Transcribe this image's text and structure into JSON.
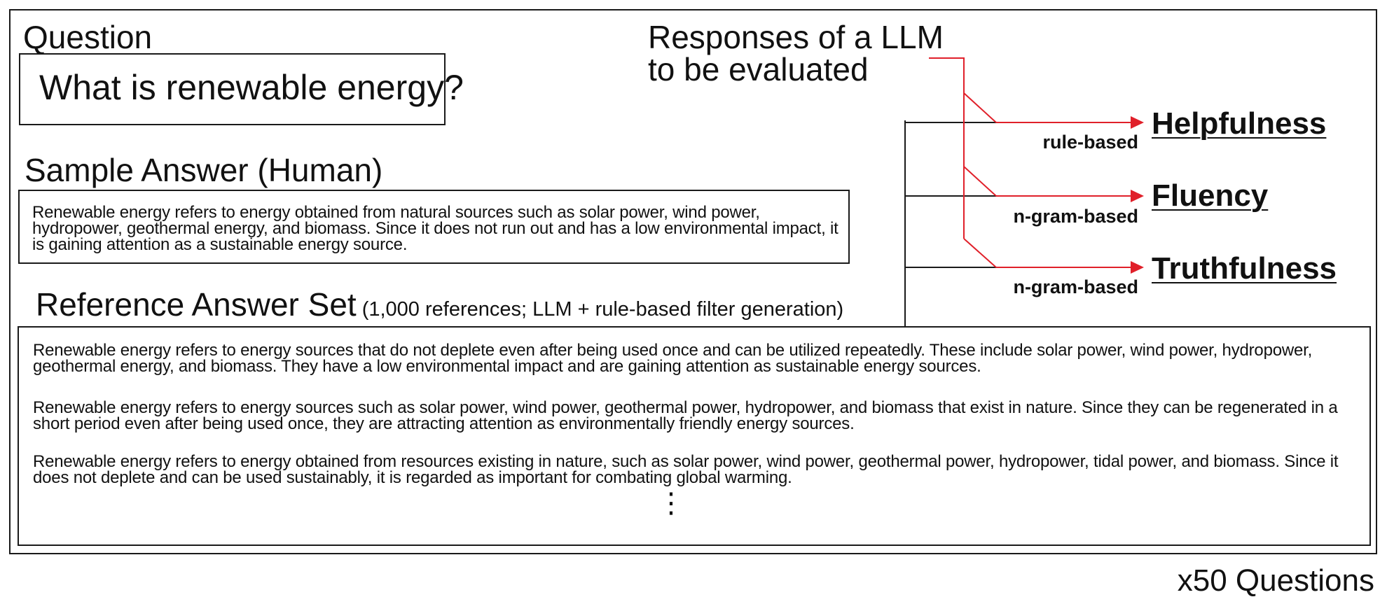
{
  "question": {
    "title": "Question",
    "text": "What is renewable energy?"
  },
  "sample_answer": {
    "title": "Sample Answer (Human)",
    "text": "Renewable energy refers to energy obtained from natural sources such as solar power, wind power, hydropower, geothermal energy, and biomass. Since it does not run out and has a low environmental impact, it is gaining attention as a sustainable energy source."
  },
  "reference_set": {
    "title": "Reference Answer Set",
    "subtitle": "(1,000 references; LLM + rule-based filter generation)",
    "answers": [
      "Renewable energy refers to energy sources that do not deplete even after being used once and can be utilized repeatedly. These include solar power, wind power, hydropower, geothermal energy, and biomass. They have a low environmental impact and are gaining attention as sustainable energy sources.",
      "Renewable energy refers to energy sources such as solar power, wind power, geothermal power, hydropower, and biomass that exist in nature. Since they can be regenerated in a short period even after being used once, they are attracting attention as environmentally friendly energy sources.",
      "Renewable energy refers to energy obtained from resources existing in nature, such as solar power, wind power, geothermal power, hydropower, tidal power, and biomass. Since it does not deplete and can be used sustainably, it is regarded as important for combating global warming."
    ],
    "ellipsis": "⋮"
  },
  "responses": {
    "title_line1": "Responses of a LLM",
    "title_line2": "to be evaluated"
  },
  "evaluations": [
    {
      "method": "rule-based",
      "metric": "Helpfulness"
    },
    {
      "method": "n-gram-based",
      "metric": "Fluency"
    },
    {
      "method": "n-gram-based",
      "metric": "Truthfulness"
    }
  ],
  "footer": "x50 Questions",
  "colors": {
    "arrow": "#e0202a",
    "line": "#1a1a1a"
  }
}
